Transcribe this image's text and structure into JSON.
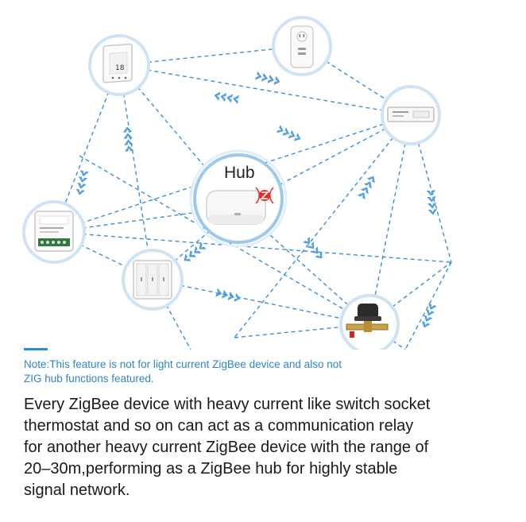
{
  "diagram": {
    "hub_label": "Hub",
    "colors": {
      "link": "#3a8fd8",
      "node_ring": "#cfe3f5",
      "hub_ring": "#9cc9ee",
      "zigbee_badge": "#e52b2b"
    },
    "nodes": [
      {
        "id": "thermostat",
        "icon": "thermostat-icon"
      },
      {
        "id": "smart-socket",
        "icon": "smart-plug-icon"
      },
      {
        "id": "led-driver",
        "icon": "led-driver-icon"
      },
      {
        "id": "switch-module",
        "icon": "switch-module-icon"
      },
      {
        "id": "wall-switch",
        "icon": "wall-switch-icon"
      },
      {
        "id": "valve-controller",
        "icon": "water-valve-icon"
      },
      {
        "id": "hub",
        "icon": "zigbee-hub-icon"
      }
    ]
  },
  "note": {
    "line1": "Note:This feature is not for light current ZigBee device and also not",
    "line2": "ZIG hub functions featured."
  },
  "description": {
    "line1": "Every ZigBee device with heavy current like switch socket",
    "line2": "thermostat and so on can act as a communication relay",
    "line3": "for another heavy current ZigBee device with the range of",
    "line4": "20–30m,performing as a ZigBee hub for highly stable",
    "line5": "signal network."
  }
}
